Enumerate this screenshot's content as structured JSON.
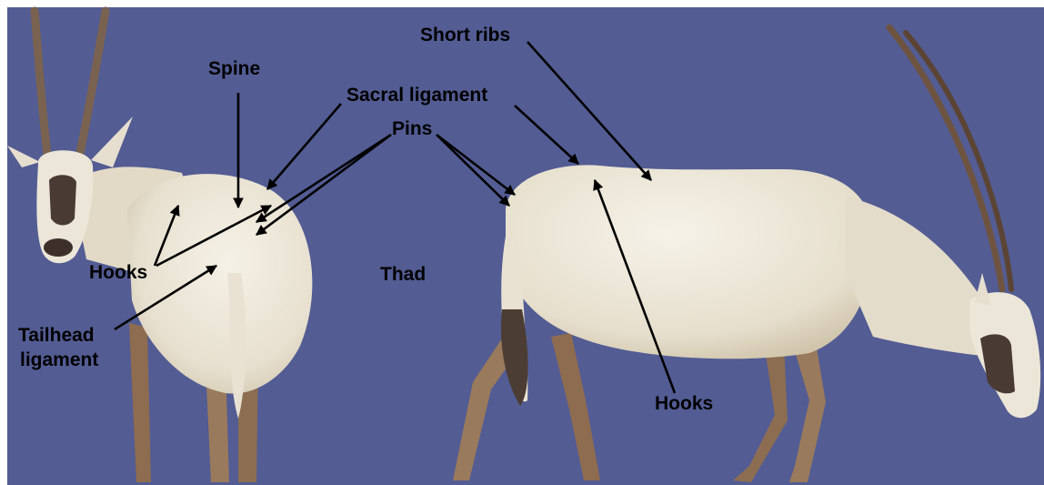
{
  "colors": {
    "background": "#535c93",
    "coat": "#ece6d8",
    "coat_shadow": "#d3c9b3",
    "leg": "#9a7a5c",
    "horn": "#6e5440",
    "face_marking": "#4a3a34",
    "arrow": "#000000",
    "label_text": "#000000"
  },
  "labels": {
    "spine": "Spine",
    "sacral_ligament": "Sacral ligament",
    "pins": "Pins",
    "short_ribs": "Short ribs",
    "hooks_left": "Hooks",
    "hooks_right": "Hooks",
    "thad": "Thad",
    "tailhead_line1": "Tailhead",
    "tailhead_line2": "ligament"
  },
  "subjects": [
    "oryx-rear-view",
    "oryx-side-view"
  ]
}
